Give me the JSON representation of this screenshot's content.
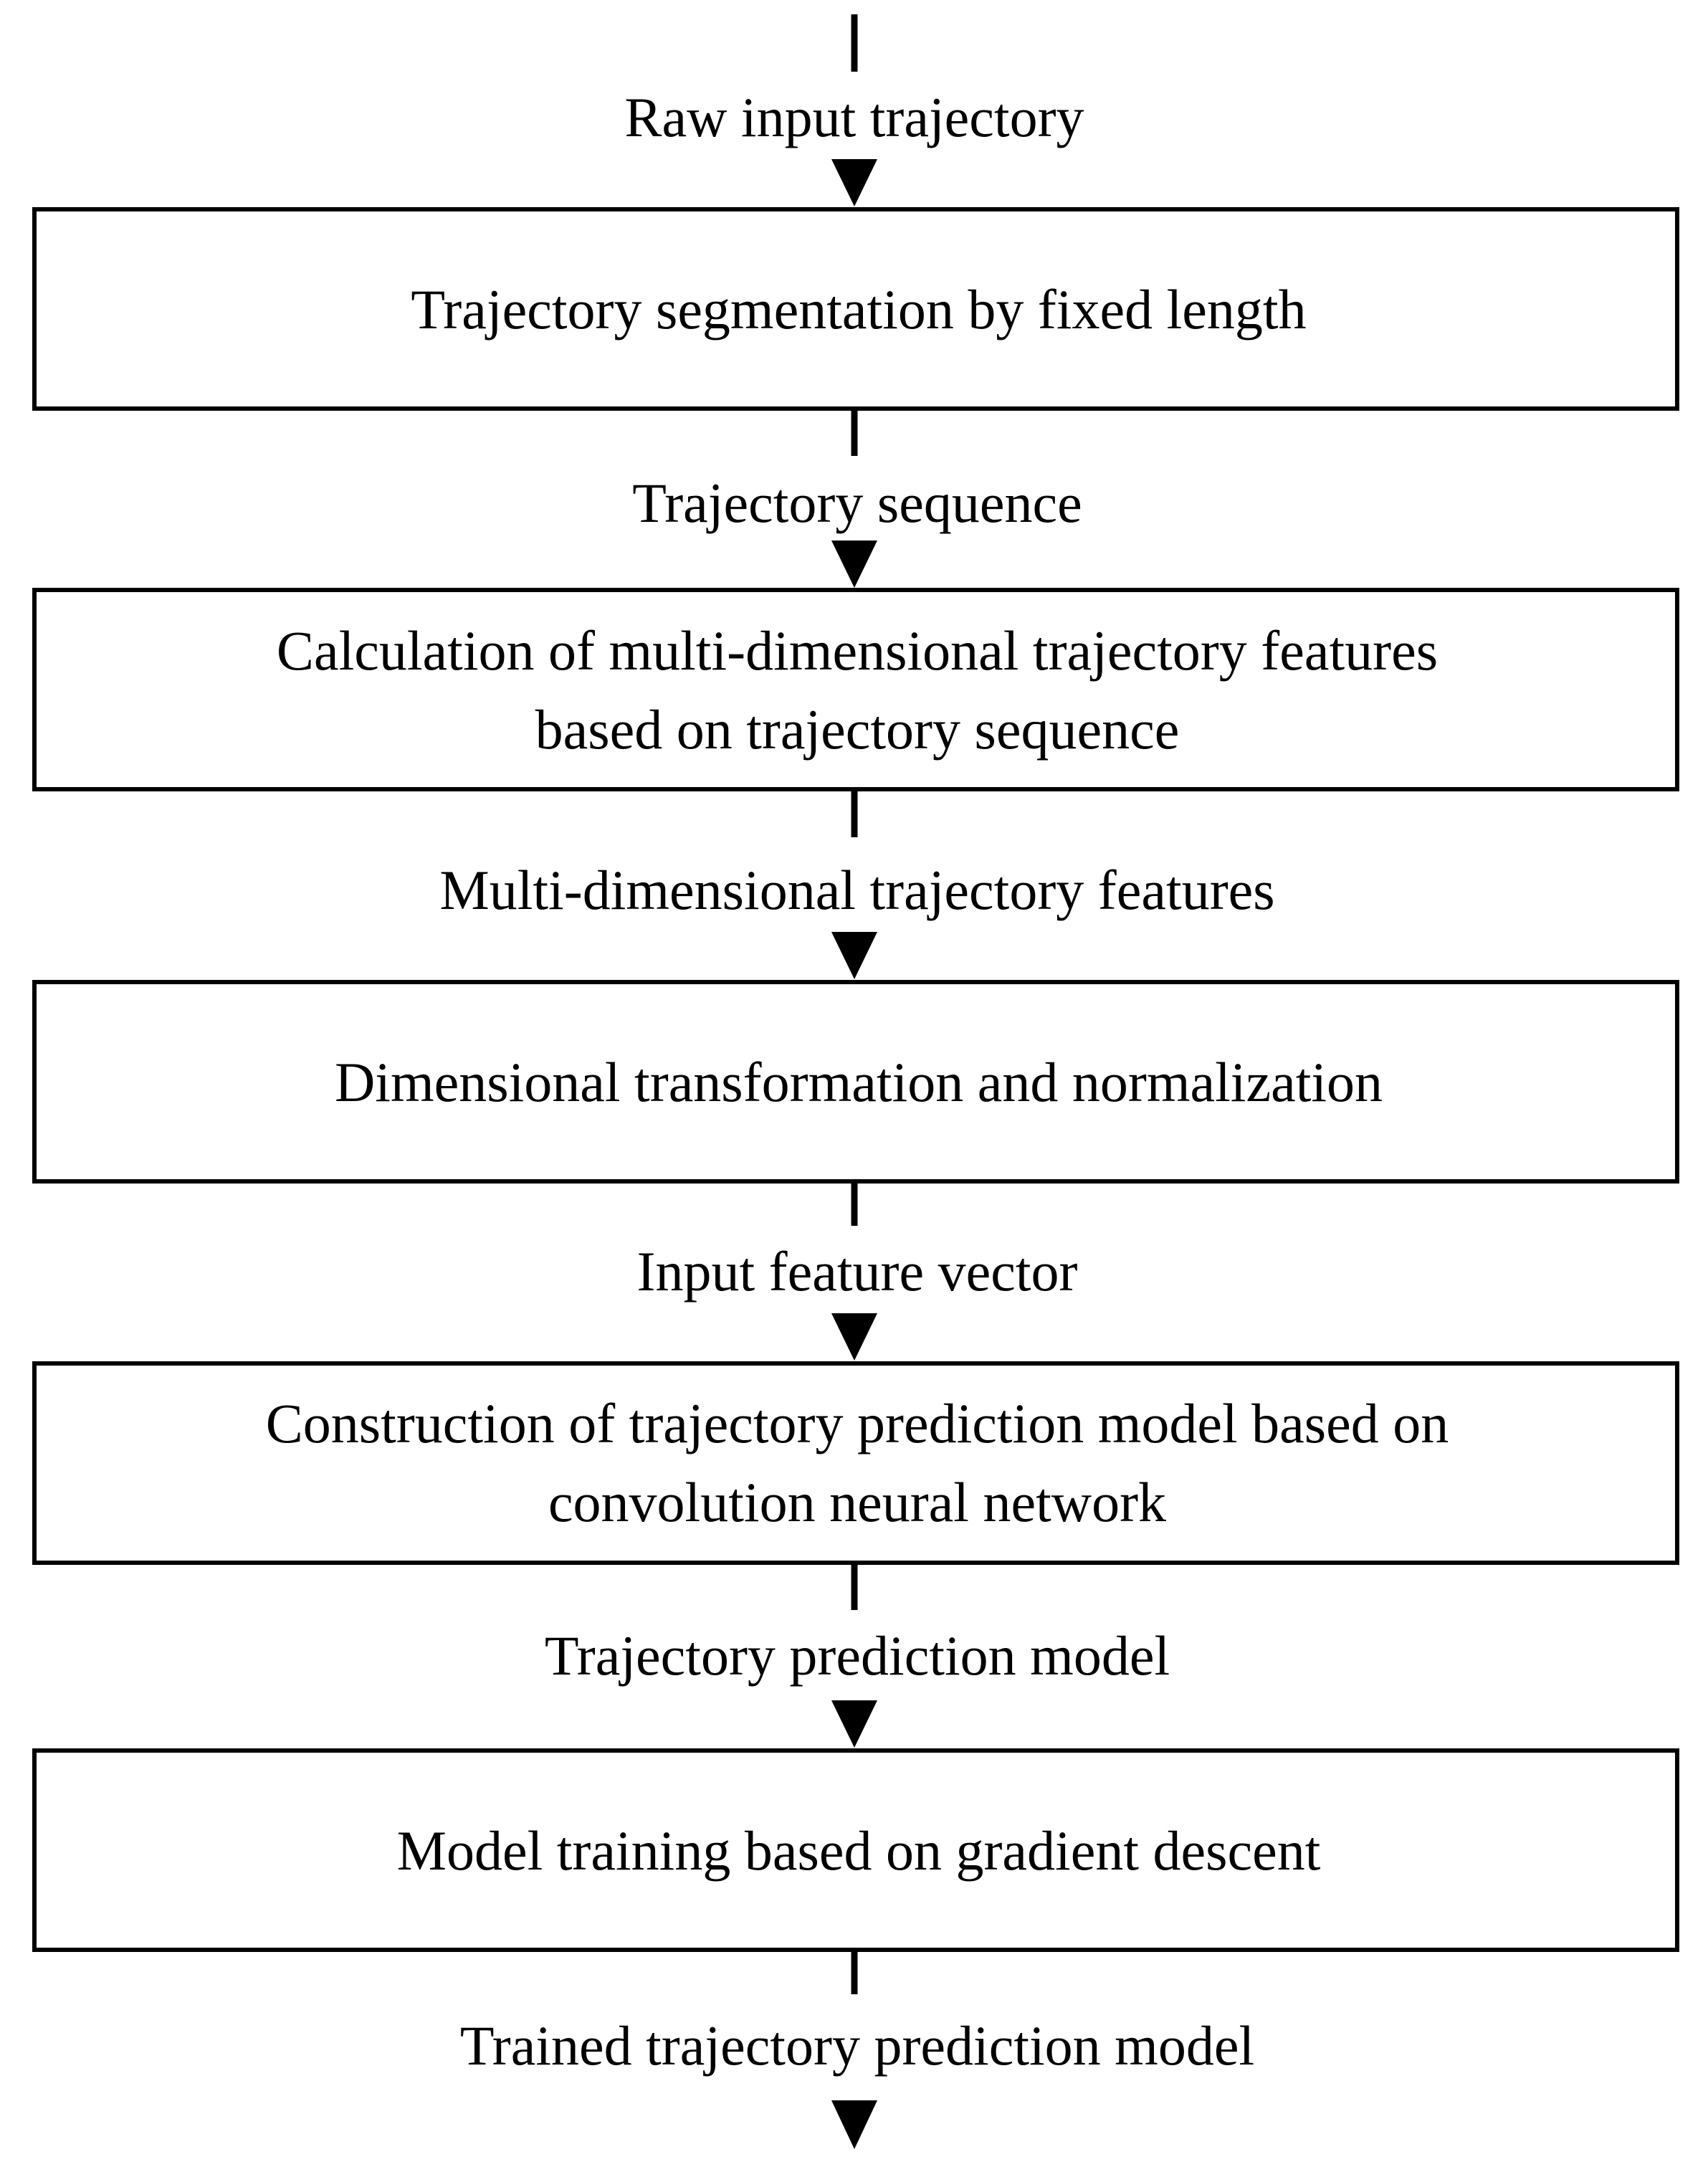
{
  "diagram": {
    "type": "flowchart",
    "colors": {
      "stroke": "#000000",
      "text": "#000000",
      "background": "#ffffff"
    },
    "edge_labels": [
      "Raw input trajectory",
      "Trajectory sequence",
      "Multi-dimensional trajectory features",
      "Input feature vector",
      "Trajectory prediction model",
      "Trained trajectory prediction model"
    ],
    "boxes": [
      {
        "lines": [
          "Trajectory segmentation by fixed length"
        ]
      },
      {
        "lines": [
          "Calculation of multi-dimensional trajectory features",
          "based on trajectory sequence"
        ]
      },
      {
        "lines": [
          "Dimensional transformation and normalization"
        ]
      },
      {
        "lines": [
          "Construction of trajectory prediction model based on",
          "convolution neural network"
        ]
      },
      {
        "lines": [
          "Model training based on gradient descent"
        ]
      }
    ]
  }
}
